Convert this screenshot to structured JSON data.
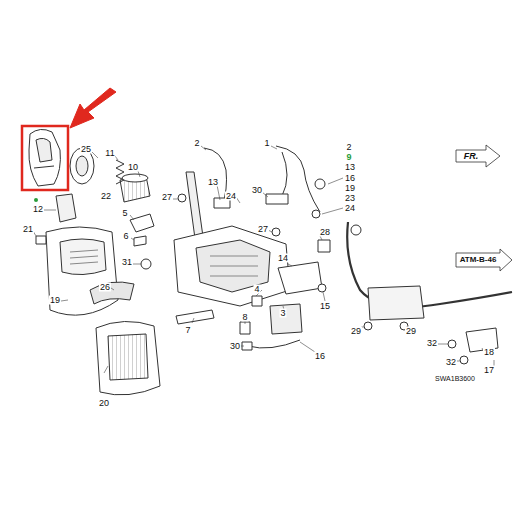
{
  "diagram": {
    "labels": [
      "25",
      "11",
      "10",
      "2",
      "1",
      "2",
      "9",
      "13",
      "16",
      "19",
      "23",
      "24",
      "FR.",
      "22",
      "27",
      "13",
      "30",
      "24",
      "12",
      "5",
      "21",
      "27",
      "28",
      "6",
      "14",
      "ATM-B-46",
      "31",
      "26",
      "4",
      "15",
      "19",
      "3",
      "8",
      "7",
      "29",
      "29",
      "32",
      "30",
      "18",
      "16",
      "32",
      "17",
      "SWA1B3600",
      "20"
    ]
  }
}
